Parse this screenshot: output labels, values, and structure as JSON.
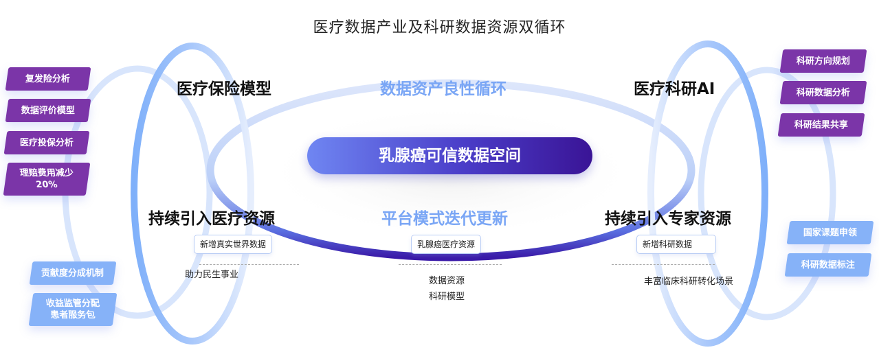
{
  "title": "医疗数据产业及科研数据资源双循环",
  "center": {
    "label": "乳腺癌可信数据空间"
  },
  "top_center": "数据资产良性循环",
  "bottom_center": "平台模式迭代更新",
  "left": {
    "heading_top": "医疗保险模型",
    "heading_bottom": "持续引入医疗资源",
    "box": "新增真实世界数据",
    "note": "助力民生事业",
    "purple_tags": [
      "复发险分析",
      "数据评价模型",
      "医疗投保分析",
      "理赔费用减少",
      "20%"
    ],
    "blue_tags": [
      "贡献度分成机制",
      "收益监管分配",
      "患者服务包"
    ]
  },
  "middle": {
    "box": "乳腺癌医疗资源",
    "notes": [
      "数据资源",
      "科研模型"
    ]
  },
  "right": {
    "heading_top": "医疗科研AI",
    "heading_bottom": "持续引入专家资源",
    "box": "新增科研数据",
    "note": "丰富临床科研转化场景",
    "purple_tags": [
      "科研方向规划",
      "科研数据分析",
      "科研结果共享"
    ],
    "blue_tags": [
      "国家课题申领",
      "科研数据标注"
    ]
  },
  "colors": {
    "purple": "#7b35a8",
    "blue": "#86b2f8",
    "ring": "#7fb0fa",
    "deep": "#3a1496"
  }
}
